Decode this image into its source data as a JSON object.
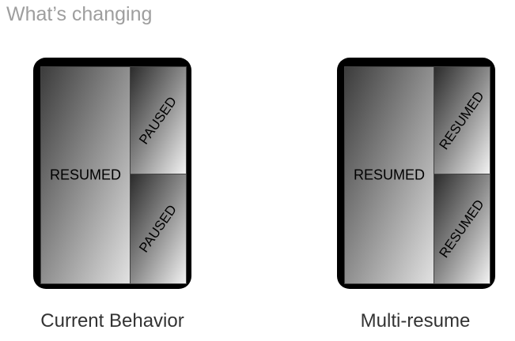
{
  "title": "What’s changing",
  "left_device": {
    "caption": "Current Behavior",
    "main_label": "RESUMED",
    "top_label": "PAUSED",
    "bottom_label": "PAUSED"
  },
  "right_device": {
    "caption": "Multi-resume",
    "main_label": "RESUMED",
    "top_label": "RESUMED",
    "bottom_label": "RESUMED"
  }
}
